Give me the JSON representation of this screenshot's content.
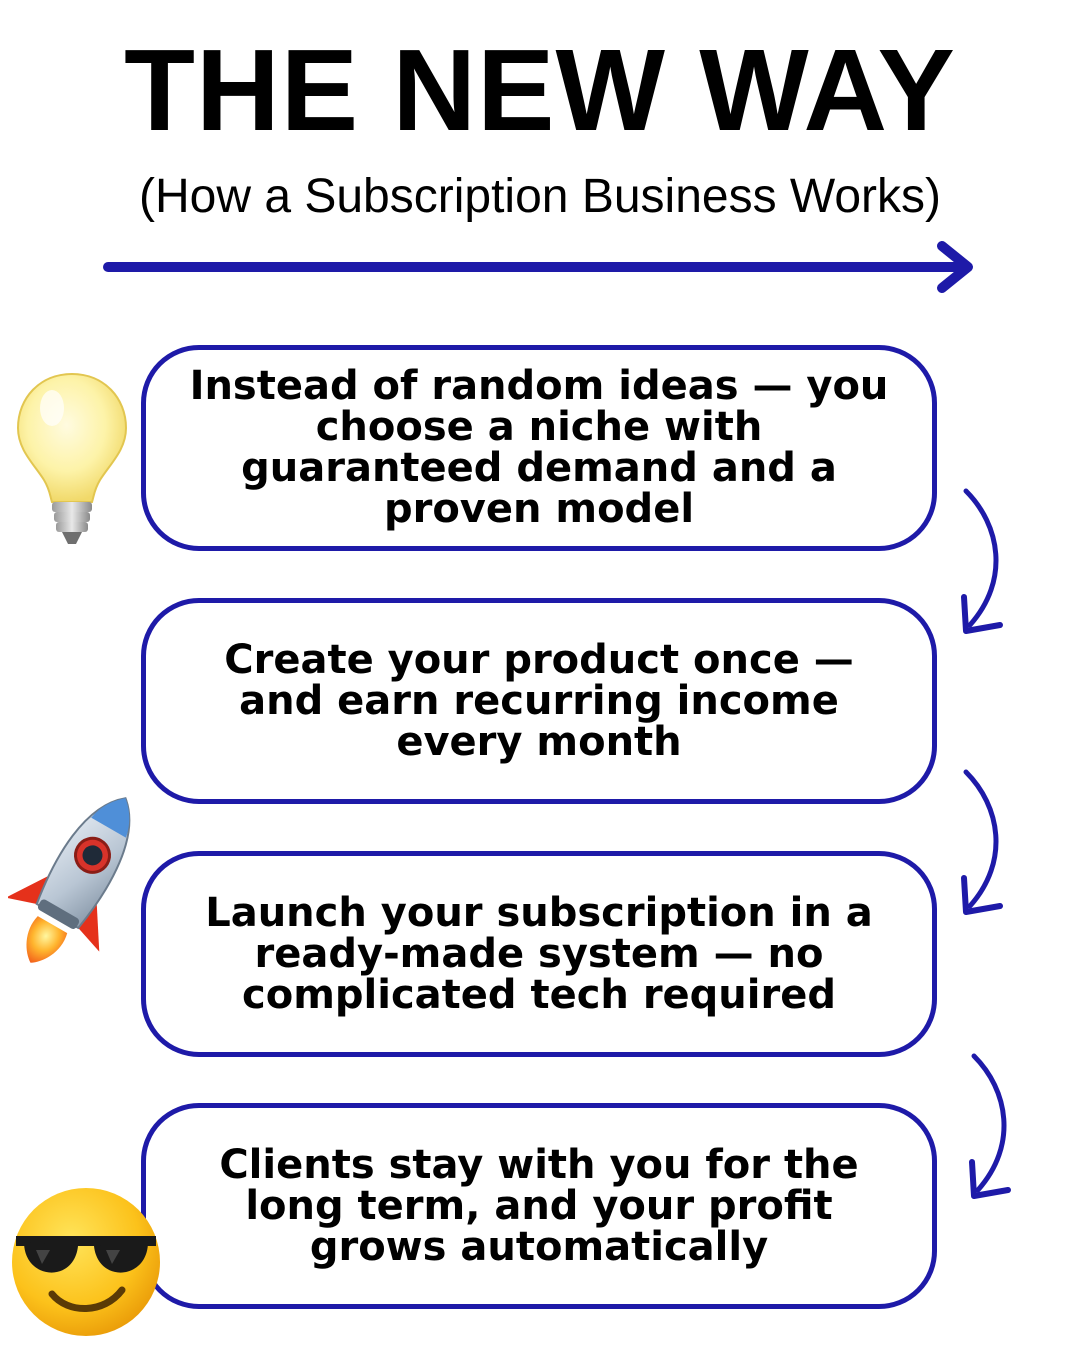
{
  "header": {
    "title": "THE NEW WAY",
    "subtitle": "(How a Subscription Business Works)"
  },
  "steps": [
    {
      "text": "Instead of random ideas — you choose a niche with guaranteed demand and a proven model",
      "icon": "light-bulb-icon"
    },
    {
      "text": "Create your product once — and earn recurring income every month",
      "icon": ""
    },
    {
      "text": "Launch your subscription in a ready-made system — no complicated tech required",
      "icon": "rocket-icon"
    },
    {
      "text": "Clients stay with you for the long term, and your profit grows automatically",
      "icon": "sunglasses-face-icon"
    }
  ],
  "colors": {
    "accent": "#1e1aa8",
    "text": "#000000",
    "background": "#ffffff"
  }
}
